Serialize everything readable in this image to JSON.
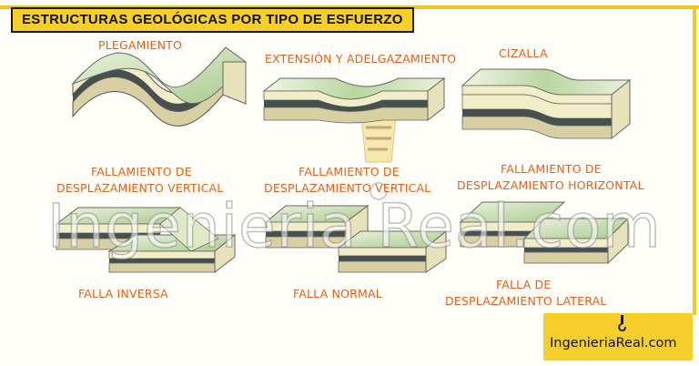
{
  "title": "ESTRUCTURAS GEOLÓGICAS POR TIPO DE ESFUERZO",
  "labels": {
    "folding": "PLEGAMIENTO",
    "extension": "EXTENSIÓN Y ADELGAZAMIENTO",
    "shear": "CIZALLA",
    "vertical_fault_title_1": "FALLAMIENTO DE",
    "vertical_fault_title_2": "DESPLAZAMIENTO VERTICAL",
    "vertical_fault2_title_1": "FALLAMIENTO DE",
    "vertical_fault2_title_2": "DESPLAZAMIENTO VERTICAL",
    "horizontal_fault_title_1": "FALLAMIENTO DE",
    "horizontal_fault_title_2": "DESPLAZAMIENTO HORIZONTAL",
    "reverse_fault": "FALLA INVERSA",
    "normal_fault": "FALLA NORMAL",
    "lateral_fault_1": "FALLA DE",
    "lateral_fault_2": "DESPLAZAMIENTO LATERAL"
  },
  "watermark": "Ingenieria Real.com",
  "brand": "IngenieriaReal.com",
  "colors": {
    "accent_yellow": "#f6cf2a",
    "label_orange": "#e2601a",
    "surface_green": "#bcd7a4",
    "layer_cream": "#f2edc9",
    "layer_dark": "#45504f",
    "layer_tan": "#d8cfa2"
  }
}
